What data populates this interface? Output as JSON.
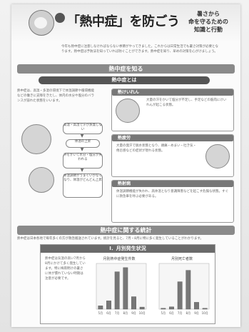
{
  "header": {
    "title": "「熱中症」を防ごう",
    "subtitle_line1": "暑さから",
    "subtitle_line2": "命を守るための",
    "subtitle_line3": "知識と行動"
  },
  "intro": {
    "text": "今年も熱中症に注意しなければならない季節がやってきました。これからは日常生活でも暑さ対策が必要となります。熱中症は予防法を知っていれば防ぐことができます。熱中症を知り、早めの対策を心がけましょう。"
  },
  "section1": {
    "banner": "熱中症を知る",
    "subbanner": "熱中症とは",
    "description": "熱中症は、高温・多湿の環境下で体温調節や循環機能などの働きに支障をきたし、体内の水分や塩分のバランスが崩れた状態をいいます。",
    "bubble_top": "高温・高湿で汗が蒸発しない",
    "bubble_mid": "体温の上昇",
    "bubble_lower": "汗をかいて水分・塩分が失われる",
    "bubble_bottom": "体温調節がうまくいかなくなり、体温がどんどん上昇"
  },
  "symptoms": [
    {
      "heading": "熱けいれん",
      "text": "大量の汗をかいて塩分が不足し、手足などの筋肉にけいれんが起こる状態。"
    },
    {
      "heading": "熱疲労",
      "text": "大量の発汗で脱水状態となり、頭痛・めまい・吐き気・倦怠感などの症状が現れる状態。"
    },
    {
      "heading": "熱射病",
      "text": "体温調節機能が失われ、高体温となり意識障害などを起こす危険な状態。すぐに救急車を呼ぶ必要がある。"
    }
  ],
  "section2": {
    "banner": "熱中症に関する統計",
    "description": "熱中症は日本各地で毎年多くの方が救急搬送されています。統計を見ると、7月・8月に特に多く発生していることがわかります。",
    "panel_title": "Ⅰ．月別発生状況",
    "panel_text": "熱中症は気温の高い7月から8月にかけて多く発生しています。特に梅雨明けの暑さに体が慣れていない時期は注意が必要です。"
  },
  "chart_data": [
    {
      "type": "bar",
      "title": "月別熱中症発生件数",
      "categories": [
        "5月",
        "6月",
        "7月",
        "8月",
        "9月",
        "10月"
      ],
      "values": [
        8,
        20,
        90,
        100,
        30,
        5
      ],
      "ylim": [
        0,
        110
      ]
    },
    {
      "type": "bar",
      "title": "月別死亡者数",
      "categories": [
        "5月",
        "6月",
        "7月",
        "8月",
        "9月",
        "10月"
      ],
      "values": [
        2,
        5,
        60,
        85,
        15,
        2
      ],
      "ylim": [
        0,
        100
      ]
    }
  ]
}
